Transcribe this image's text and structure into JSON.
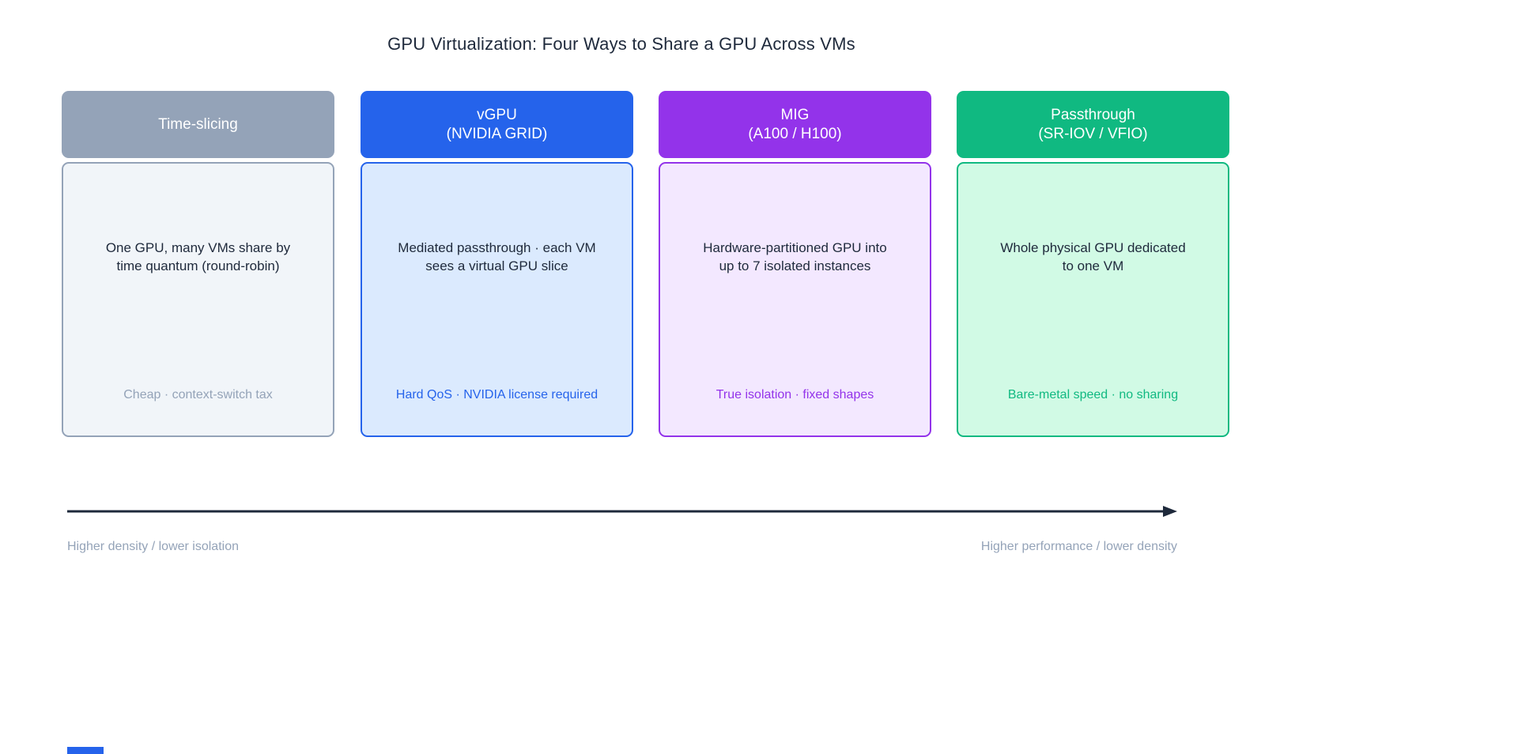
{
  "page": {
    "title": "GPU Virtualization: Four Ways to Share a GPU Across VMs"
  },
  "columns": [
    {
      "id": "time-slicing",
      "title": "Time-slicing",
      "description": "One GPU, many VMs share by\ntime quantum (round-robin)",
      "tagline": "Cheap · context-switch tax",
      "colors": {
        "header_bg": "#94a3b8",
        "body_bg": "#f1f5f9",
        "border": "#94a3b8",
        "tagline_text": "#94a3b8"
      }
    },
    {
      "id": "vgpu",
      "title": "vGPU\n(NVIDIA GRID)",
      "description": "Mediated passthrough · each VM\nsees a virtual GPU slice",
      "tagline": "Hard QoS · NVIDIA license required",
      "colors": {
        "header_bg": "#2563eb",
        "body_bg": "#dbeafe",
        "border": "#2563eb",
        "tagline_text": "#2563eb"
      }
    },
    {
      "id": "mig",
      "title": "MIG\n(A100 / H100)",
      "description": "Hardware-partitioned GPU into\nup to 7 isolated instances",
      "tagline": "True isolation · fixed shapes",
      "colors": {
        "header_bg": "#9333ea",
        "body_bg": "#f3e8ff",
        "border": "#9333ea",
        "tagline_text": "#9333ea"
      }
    },
    {
      "id": "passthrough",
      "title": "Passthrough\n(SR-IOV / VFIO)",
      "description": "Whole physical GPU dedicated\nto one VM",
      "tagline": "Bare-metal speed · no sharing",
      "colors": {
        "header_bg": "#10b981",
        "body_bg": "#d1fae5",
        "border": "#10b981",
        "tagline_text": "#10b981"
      }
    }
  ],
  "axis": {
    "left_label": "Higher density / lower isolation",
    "right_label": "Higher performance / lower density",
    "arrow_color": "#1e293b",
    "label_color": "#94a3b8"
  },
  "footer": {
    "accent_bar_color": "#2563eb"
  }
}
